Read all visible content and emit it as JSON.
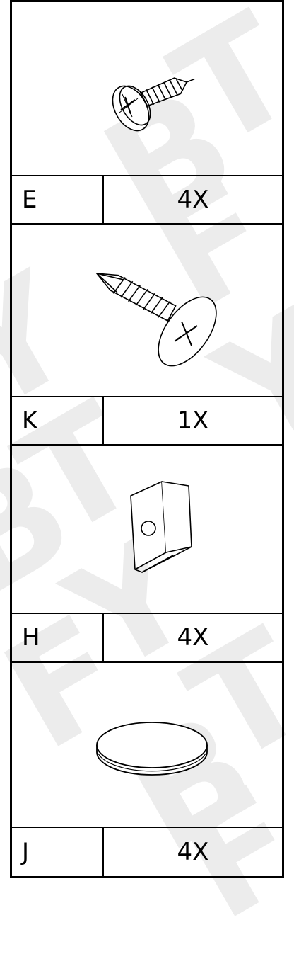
{
  "parts": [
    {
      "id": "E",
      "letter": "E",
      "quantity": "4X",
      "icon": "flat-head-phillips-screw-icon"
    },
    {
      "id": "K",
      "letter": "K",
      "quantity": "1X",
      "icon": "truss-head-phillips-screw-icon"
    },
    {
      "id": "H",
      "letter": "H",
      "quantity": "4X",
      "icon": "corner-bracket-icon"
    },
    {
      "id": "J",
      "letter": "J",
      "quantity": "4X",
      "icon": "round-cap-disc-icon"
    }
  ],
  "watermark": {
    "letters": [
      "B",
      "T",
      "F",
      "Y",
      "B",
      "T",
      "Y",
      "F",
      "B",
      "T",
      "F",
      "Y"
    ],
    "color": "#ececec"
  }
}
